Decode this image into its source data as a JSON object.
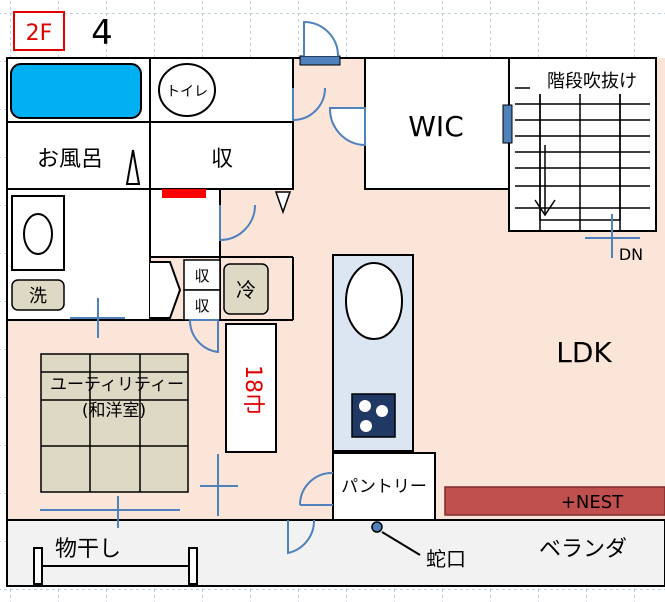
{
  "floor_label": "2F",
  "north_symbol": "4",
  "rooms": {
    "bath": "お風呂",
    "toilet": "トイレ",
    "storage_upper": "収",
    "wic": "WIC",
    "stair_void": "階段吹抜け",
    "stair_down": "DN",
    "washer": "洗",
    "storage_small_1": "収",
    "storage_small_2": "収",
    "fridge": "冷",
    "utility_line1": "ユーティリティー",
    "utility_line2": "(和洋室)",
    "tatami_size": "18巾",
    "ldk": "LDK",
    "pantry": "パントリー",
    "nest": "+NEST",
    "drying": "物干し",
    "faucet": "蛇口",
    "veranda": "ベランダ"
  },
  "colors": {
    "grid": "#7fa6c9",
    "floor_pink": "#fbe5d8",
    "veranda_gray": "#f2f2f2",
    "tub_blue": "#00b0f0",
    "tatami": "#ddd9c4",
    "door_blue": "#4f81bd",
    "kitchen_blue": "#dce6f2",
    "nest_red": "#c0504d",
    "label_red": "#e00000"
  }
}
